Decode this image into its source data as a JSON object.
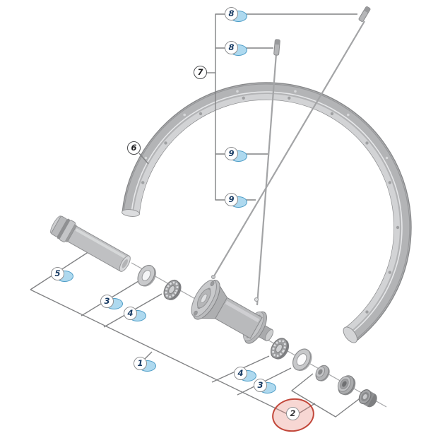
{
  "figure": {
    "kind": "exploded parts diagram",
    "subject": "bicycle front wheel hub and rim assembly",
    "highlighted_callout": "2"
  },
  "colors": {
    "background": "#ffffff",
    "line": "#818284",
    "part_grey": "#bcbdbf",
    "callout_fill": "#aed9ef",
    "callout_stroke": "#4d9cc6",
    "callout_number": "#173a63",
    "highlight_stroke": "#c2473a",
    "highlight_fill": "rgba(233,140,130,0.35)"
  },
  "callouts": [
    {
      "num": "8",
      "style": "blue"
    },
    {
      "num": "8",
      "style": "blue"
    },
    {
      "num": "7",
      "style": "plain"
    },
    {
      "num": "6",
      "style": "plain"
    },
    {
      "num": "9",
      "style": "blue"
    },
    {
      "num": "9",
      "style": "blue"
    },
    {
      "num": "5",
      "style": "blue"
    },
    {
      "num": "3",
      "style": "blue"
    },
    {
      "num": "4",
      "style": "blue"
    },
    {
      "num": "1",
      "style": "blue"
    },
    {
      "num": "4",
      "style": "blue"
    },
    {
      "num": "3",
      "style": "blue"
    },
    {
      "num": "2",
      "style": "highlighted"
    }
  ]
}
